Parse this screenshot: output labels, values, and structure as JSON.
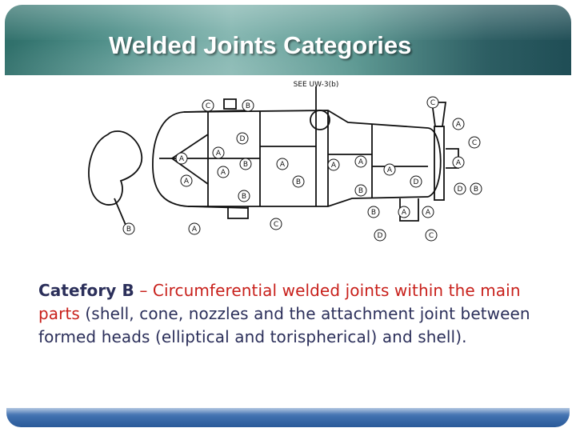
{
  "slide": {
    "title": "Welded Joints Categories",
    "colors": {
      "title_bar_mid": "#7fb3ad",
      "title_bar_dark": "#2d5e63",
      "body_text": "#2b2f5a",
      "highlight_text": "#c8201b",
      "footer_bar": "#3f6fae"
    }
  },
  "diagram": {
    "callout": "SEE UW-3(b)",
    "labels": {
      "c1": "C",
      "b1": "B",
      "d1": "D",
      "a1": "A",
      "a2": "A",
      "a3": "A",
      "b2": "B",
      "a4": "A",
      "b3": "B",
      "a5": "A",
      "b4": "B",
      "a6": "A",
      "a7": "A",
      "b5": "B",
      "a8": "A",
      "c2": "C",
      "a9": "A",
      "c3": "C",
      "a10": "A",
      "d2": "D",
      "b6": "B",
      "b7": "B",
      "a11": "A",
      "d3": "D",
      "c4": "C",
      "a12": "A",
      "c5": "C",
      "b8": "B",
      "a13": "A",
      "d4": "D"
    }
  },
  "body": {
    "term": "Catefory B",
    "dash": " – ",
    "definition_red": "Circumferential welded joints within the main parts",
    "definition_rest": " (shell, cone, nozzles and the attachment joint between formed heads (elliptical and torispherical) and shell)."
  }
}
